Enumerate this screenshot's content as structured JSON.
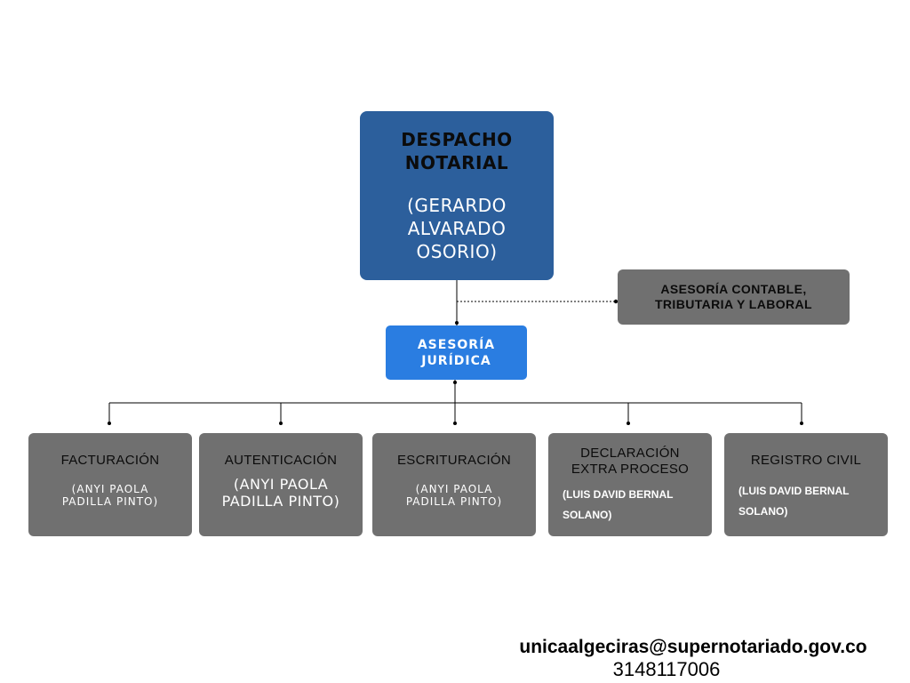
{
  "root": {
    "title": "DESPACHO\nNOTARIAL",
    "person": "(GERARDO\nALVARADO\nOSORIO)"
  },
  "advisory_accounting": {
    "label": "ASESORÍA  CONTABLE,\nTRIBUTARIA Y  LABORAL"
  },
  "advisory_legal": {
    "label": "ASESORÍA\nJURÍDICA"
  },
  "departments": [
    {
      "name": "FACTURACIÓN",
      "person": "(ANYI PAOLA\nPADILLA PINTO)"
    },
    {
      "name": "AUTENTICACIÓN",
      "person": "(ANYI PAOLA\nPADILLA PINTO)"
    },
    {
      "name": "ESCRITURACIÓN",
      "person": "(ANYI PAOLA\nPADILLA PINTO)"
    },
    {
      "name": "DECLARACIÓN\nEXTRA PROCESO",
      "person": "(LUIS DAVID BERNAL\nSOLANO)"
    },
    {
      "name": "REGISTRO CIVIL",
      "person": "(LUIS DAVID BERNAL\nSOLANO)"
    }
  ],
  "contact": {
    "email": "unicaalgeciras@supernotariado.gov.co",
    "phone": "3148117006"
  },
  "colors": {
    "root": "#2c5f9c",
    "legal": "#2a7de1",
    "gray_box": "#707070",
    "connector": "#000000"
  }
}
